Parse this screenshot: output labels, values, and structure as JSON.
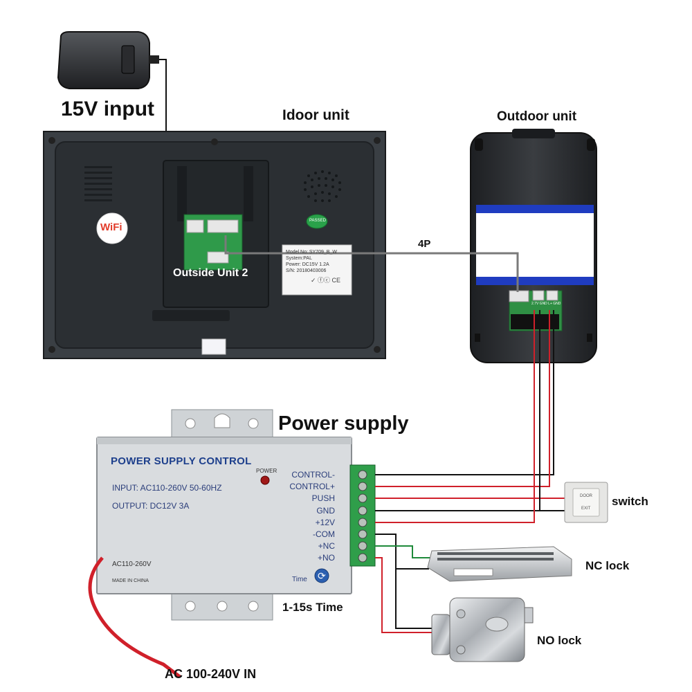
{
  "labels": {
    "input_15v": "15V input",
    "indoor_unit": "Idoor unit",
    "outdoor_unit": "Outdoor unit",
    "outside_unit_2": "Outside Unit 2",
    "cable_4p": "4P",
    "power_supply": "Power supply",
    "switch": "switch",
    "nc_lock": "NC lock",
    "no_lock": "NO lock",
    "time_range": "1-15s Time",
    "ac_in": "AC 100-240V IN"
  },
  "indoor": {
    "wifi": "WiFi",
    "passed": "PASSED",
    "model_label": [
      "Model No: SY709_B_W",
      "System:PAL",
      "Power: DC15V  1.2A",
      "S/N: 20180403006"
    ],
    "cert_marks": "✓ ⓕⓒ CE"
  },
  "outdoor": {
    "connector_labels": "2.7V GND L+ GND"
  },
  "psu": {
    "title": "POWER SUPPLY CONTROL",
    "input_spec": "INPUT: AC110-260V 50-60HZ",
    "output_spec": "OUTPUT: DC12V  3A",
    "power_led_label": "POWER",
    "ac_label": "AC110-260V",
    "made_in": "MADE IN CHINA",
    "time_label": "Time",
    "terminals": [
      "CONTROL-",
      "CONTROL+",
      "PUSH",
      "GND",
      "+12V",
      "-COM",
      "+NC",
      "+NO"
    ]
  },
  "exit_button": {
    "line1": "DOOR",
    "line2": "EXIT"
  },
  "colors": {
    "wire_red": "#d0202a",
    "wire_black": "#111111",
    "wire_green": "#1e8a3a",
    "cable_grey": "#7a7a7a",
    "monitor_body": "#2b2f33",
    "psu_body": "#d9dcdf",
    "terminal_green": "#2f9e4a",
    "outdoor_blue": "#1f3cc0"
  }
}
